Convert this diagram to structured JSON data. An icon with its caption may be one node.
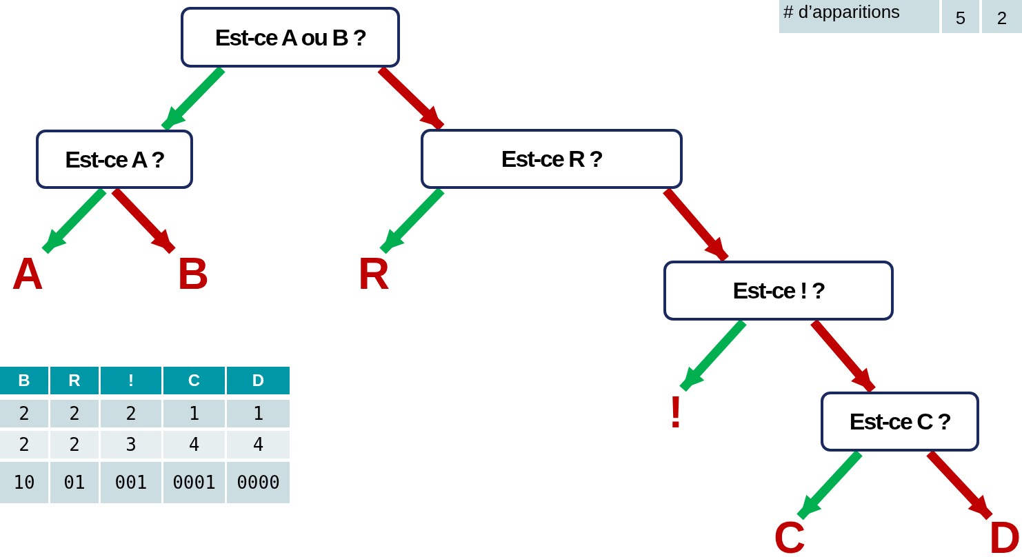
{
  "diagram": {
    "nodes": [
      {
        "text": [
          "Est-ce A ou B ?"
        ]
      },
      {
        "text": [
          "Est-ce A ?"
        ]
      },
      {
        "text": [
          "Est-ce R ?"
        ]
      },
      {
        "text": [
          "A"
        ]
      },
      {
        "text": [
          "B"
        ]
      },
      {
        "text": [
          "R"
        ]
      },
      {
        "text": [
          "Est-ce ! ?"
        ]
      },
      {
        "text": [
          "!"
        ]
      },
      {
        "text": [
          "Est-ce C ?"
        ]
      },
      {
        "text": [
          "C"
        ]
      },
      {
        "text": [
          "D"
        ]
      }
    ],
    "edges": [
      {
        "from": 0,
        "to": 1,
        "arrow": "to",
        "color": "#00b050"
      },
      {
        "from": 0,
        "to": 2,
        "arrow": "to",
        "color": "#c00000"
      },
      {
        "from": 1,
        "to": 3,
        "arrow": "to",
        "color": "#00b050"
      },
      {
        "from": 1,
        "to": 4,
        "arrow": "to",
        "color": "#c00000"
      },
      {
        "from": 2,
        "to": 5,
        "arrow": "to",
        "color": "#00b050"
      },
      {
        "from": 2,
        "to": 6,
        "arrow": "to",
        "color": "#c00000"
      },
      {
        "from": 6,
        "to": 7,
        "arrow": "to",
        "color": "#00b050"
      },
      {
        "from": 6,
        "to": 8,
        "arrow": "to",
        "color": "#c00000"
      },
      {
        "from": 8,
        "to": 9,
        "arrow": "to",
        "color": "#00b050"
      },
      {
        "from": 8,
        "to": 10,
        "arrow": "to",
        "color": "#c00000"
      }
    ],
    "labels": [
      "# d’apparitions",
      "5",
      "2",
      "B",
      "R",
      "!",
      "C",
      "D",
      "2",
      "2",
      "2",
      "1",
      "1",
      "2",
      "2",
      "3",
      "4",
      "4",
      "10",
      "01",
      "001",
      "0001",
      "0000"
    ]
  }
}
